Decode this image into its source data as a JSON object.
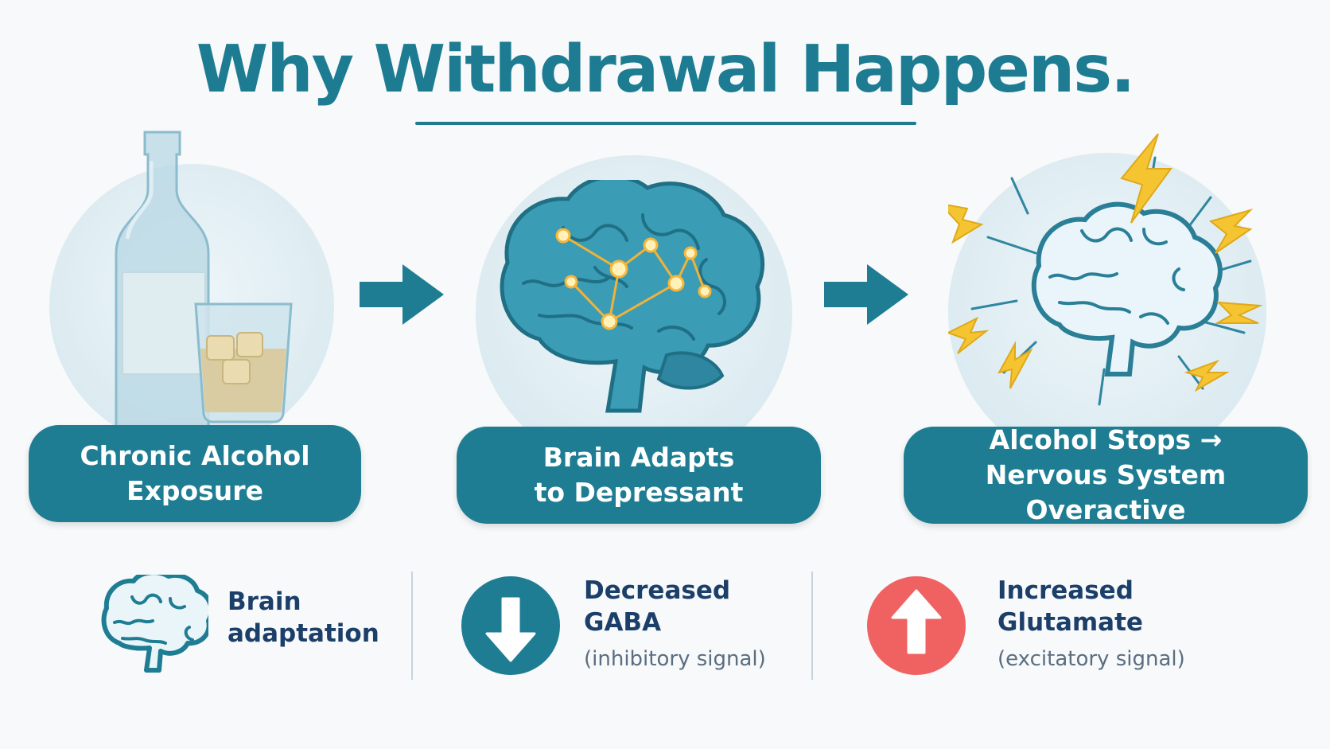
{
  "title": "Why Withdrawal Happens.",
  "stages": [
    {
      "line1": "Chronic Alcohol",
      "line2": "Exposure",
      "icon": "bottle-and-glass-icon"
    },
    {
      "line1": "Brain Adapts",
      "line2": "to Depressant",
      "icon": "brain-network-icon"
    },
    {
      "line1": "Alcohol Stops →",
      "line2": "Nervous System Overactive",
      "icon": "brain-lightning-icon"
    }
  ],
  "legend": [
    {
      "line1": "Brain",
      "line2": "adaptation",
      "sub": "",
      "icon": "brain-icon"
    },
    {
      "line1": "Decreased",
      "line2": "GABA",
      "sub": "(inhibitory signal)",
      "icon": "arrow-down-icon",
      "color": "#1f7d93"
    },
    {
      "line1": "Increased",
      "line2": "Glutamate",
      "sub": "(excitatory signal)",
      "icon": "arrow-up-icon",
      "color": "#f06262"
    }
  ],
  "colors": {
    "primary": "#1d7c92",
    "accent": "#f06262",
    "bolt": "#f5c531",
    "text_dark": "#1c3f6a"
  }
}
